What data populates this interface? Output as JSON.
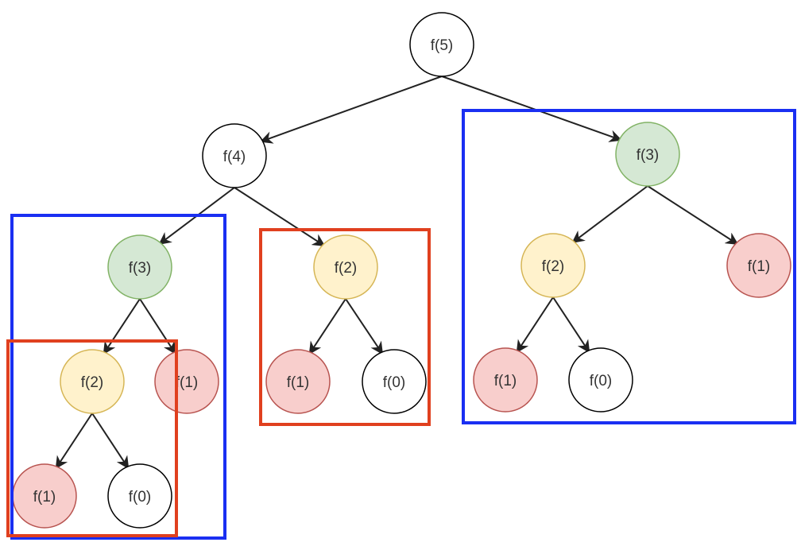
{
  "colors": {
    "white": {
      "fill": "#ffffff",
      "stroke": "#000000"
    },
    "green": {
      "fill": "#d5e8d4",
      "stroke": "#82b366"
    },
    "yellow": {
      "fill": "#fff2cc",
      "stroke": "#d6b656"
    },
    "red": {
      "fill": "#f8cecc",
      "stroke": "#b85450"
    },
    "box_blue": "#1a2ff2",
    "box_red": "#e0401f",
    "edge": "#222222"
  },
  "nodes": [
    {
      "id": "n5",
      "label": "f(5)",
      "color": "white"
    },
    {
      "id": "n4",
      "label": "f(4)",
      "color": "white"
    },
    {
      "id": "n3r",
      "label": "f(3)",
      "color": "green"
    },
    {
      "id": "n3l",
      "label": "f(3)",
      "color": "green"
    },
    {
      "id": "n2m",
      "label": "f(2)",
      "color": "yellow"
    },
    {
      "id": "n2r",
      "label": "f(2)",
      "color": "yellow"
    },
    {
      "id": "n1r",
      "label": "f(1)",
      "color": "red"
    },
    {
      "id": "n2l",
      "label": "f(2)",
      "color": "yellow"
    },
    {
      "id": "n1l",
      "label": "f(1)",
      "color": "red"
    },
    {
      "id": "n1m",
      "label": "f(1)",
      "color": "red"
    },
    {
      "id": "n0m",
      "label": "f(0)",
      "color": "white"
    },
    {
      "id": "n1rr",
      "label": "f(1)",
      "color": "red"
    },
    {
      "id": "n0rr",
      "label": "f(0)",
      "color": "white"
    },
    {
      "id": "n1ll",
      "label": "f(1)",
      "color": "red"
    },
    {
      "id": "n0ll",
      "label": "f(0)",
      "color": "white"
    }
  ],
  "edges": [
    [
      "n5",
      "n4"
    ],
    [
      "n5",
      "n3r"
    ],
    [
      "n4",
      "n3l"
    ],
    [
      "n4",
      "n2m"
    ],
    [
      "n3r",
      "n2r"
    ],
    [
      "n3r",
      "n1r"
    ],
    [
      "n3l",
      "n2l"
    ],
    [
      "n3l",
      "n1l"
    ],
    [
      "n2m",
      "n1m"
    ],
    [
      "n2m",
      "n0m"
    ],
    [
      "n2r",
      "n1rr"
    ],
    [
      "n2r",
      "n0rr"
    ],
    [
      "n2l",
      "n1ll"
    ],
    [
      "n2l",
      "n0ll"
    ]
  ],
  "boxes": [
    {
      "id": "box-right-f3",
      "color": "box_blue"
    },
    {
      "id": "box-left-f3",
      "color": "box_blue"
    },
    {
      "id": "box-mid-f2",
      "color": "box_red"
    },
    {
      "id": "box-left-f2",
      "color": "box_red"
    }
  ]
}
